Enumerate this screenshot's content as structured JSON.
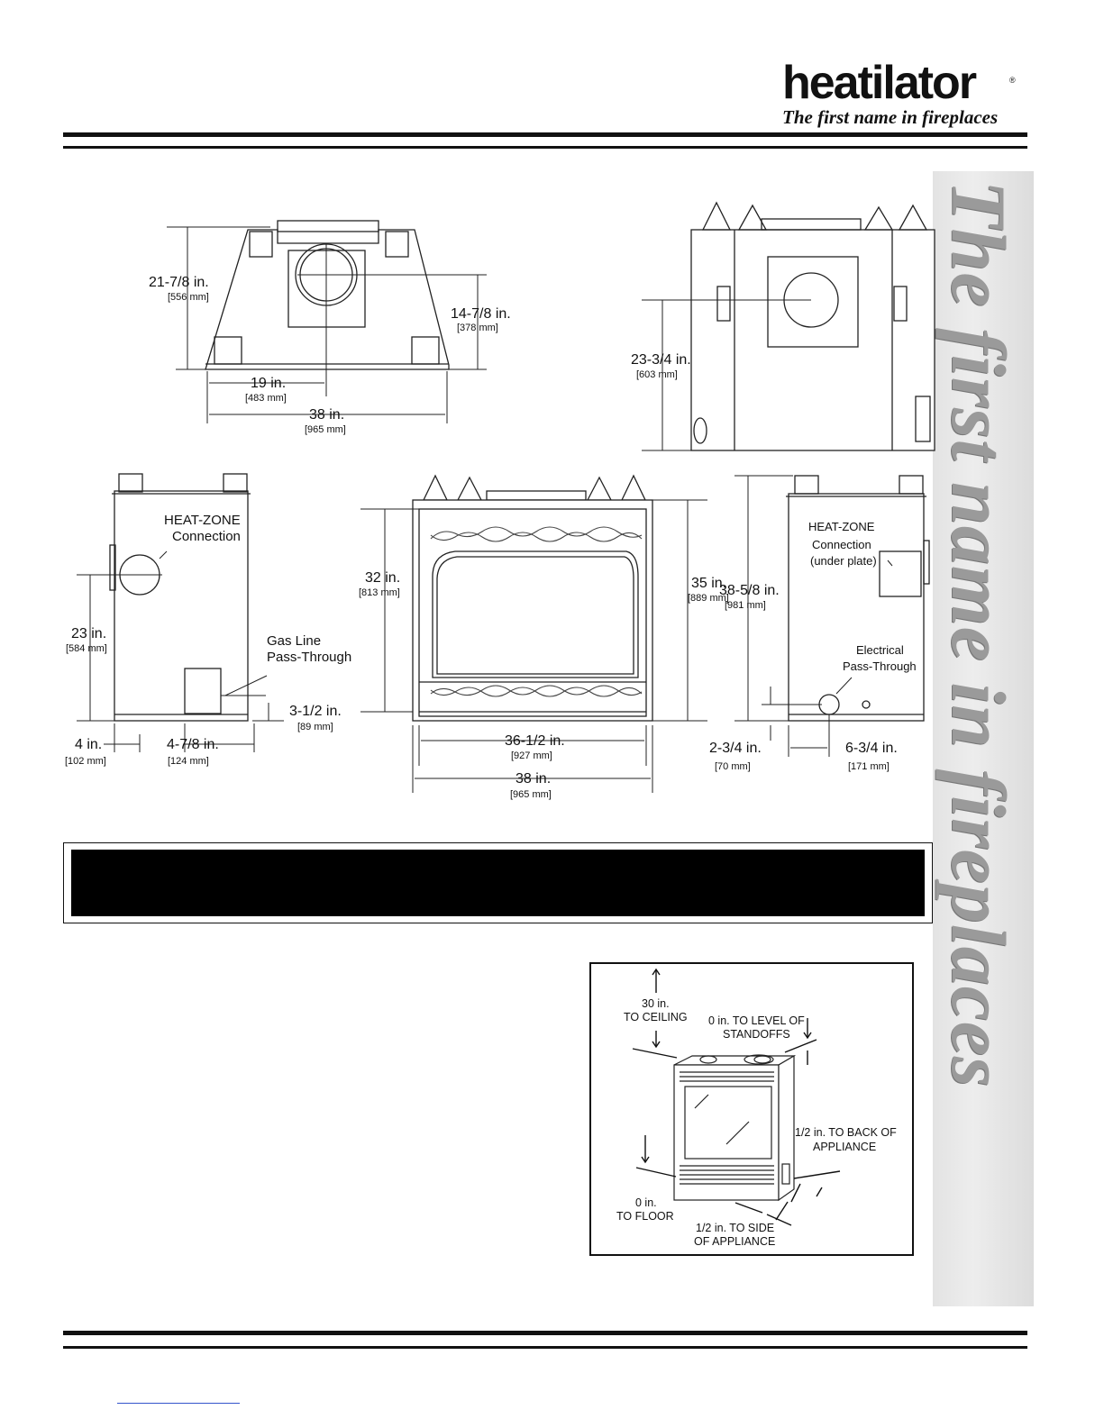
{
  "header": {
    "logo_word": "heatilator",
    "logo_reg": "®",
    "tagline": "The first name in fireplaces"
  },
  "sidebar": {
    "text": "The first name in fireplaces"
  },
  "top_view": {
    "depth_in": "21-7/8 in.",
    "depth_mm": "[556 mm]",
    "flue_in": "14-7/8 in.",
    "flue_mm": "[378 mm]",
    "center_in": "19 in.",
    "center_mm": "[483 mm]",
    "width_in": "38 in.",
    "width_mm": "[965 mm]"
  },
  "back_view": {
    "height_in": "23-3/4 in.",
    "height_mm": "[603 mm]"
  },
  "left_side_view": {
    "heatzone_1": "HEAT-ZONE",
    "heatzone_2": "Connection",
    "height_in": "23 in.",
    "height_mm": "[584 mm]",
    "gas_1": "Gas Line",
    "gas_2": "Pass-Through",
    "gas_h_in": "3-1/2 in.",
    "gas_h_mm": "[89 mm]",
    "offset_in": "4 in.",
    "offset_mm": "[102 mm]",
    "gas_w_in": "4-7/8 in.",
    "gas_w_mm": "[124 mm]"
  },
  "front_view": {
    "opening_h_in": "32 in.",
    "opening_h_mm": "[813 mm]",
    "height_in": "35 in.",
    "height_mm": "[889 mm]",
    "opening_w_in": "36-1/2 in.",
    "opening_w_mm": "[927 mm]",
    "width_in": "38 in.",
    "width_mm": "[965 mm]"
  },
  "right_side_view": {
    "heatzone_1": "HEAT-ZONE",
    "heatzone_2": "Connection",
    "heatzone_3": "(under plate)",
    "height_in": "38-5/8 in.",
    "height_mm": "[981 mm]",
    "elec_1": "Electrical",
    "elec_2": "Pass-Through",
    "elec_h_in": "2-3/4 in.",
    "elec_h_mm": "[70 mm]",
    "elec_w_in": "6-3/4 in.",
    "elec_w_mm": "[171 mm]"
  },
  "clearances": {
    "ceiling_1": "30 in.",
    "ceiling_2": "TO CEILING",
    "standoff_1": "0 in. TO LEVEL OF",
    "standoff_2": "STANDOFFS",
    "back_1": "1/2 in. TO BACK OF",
    "back_2": "APPLIANCE",
    "floor_1": "0 in.",
    "floor_2": "TO FLOOR",
    "side_1": "1/2 in. TO SIDE",
    "side_2": "OF APPLIANCE"
  }
}
